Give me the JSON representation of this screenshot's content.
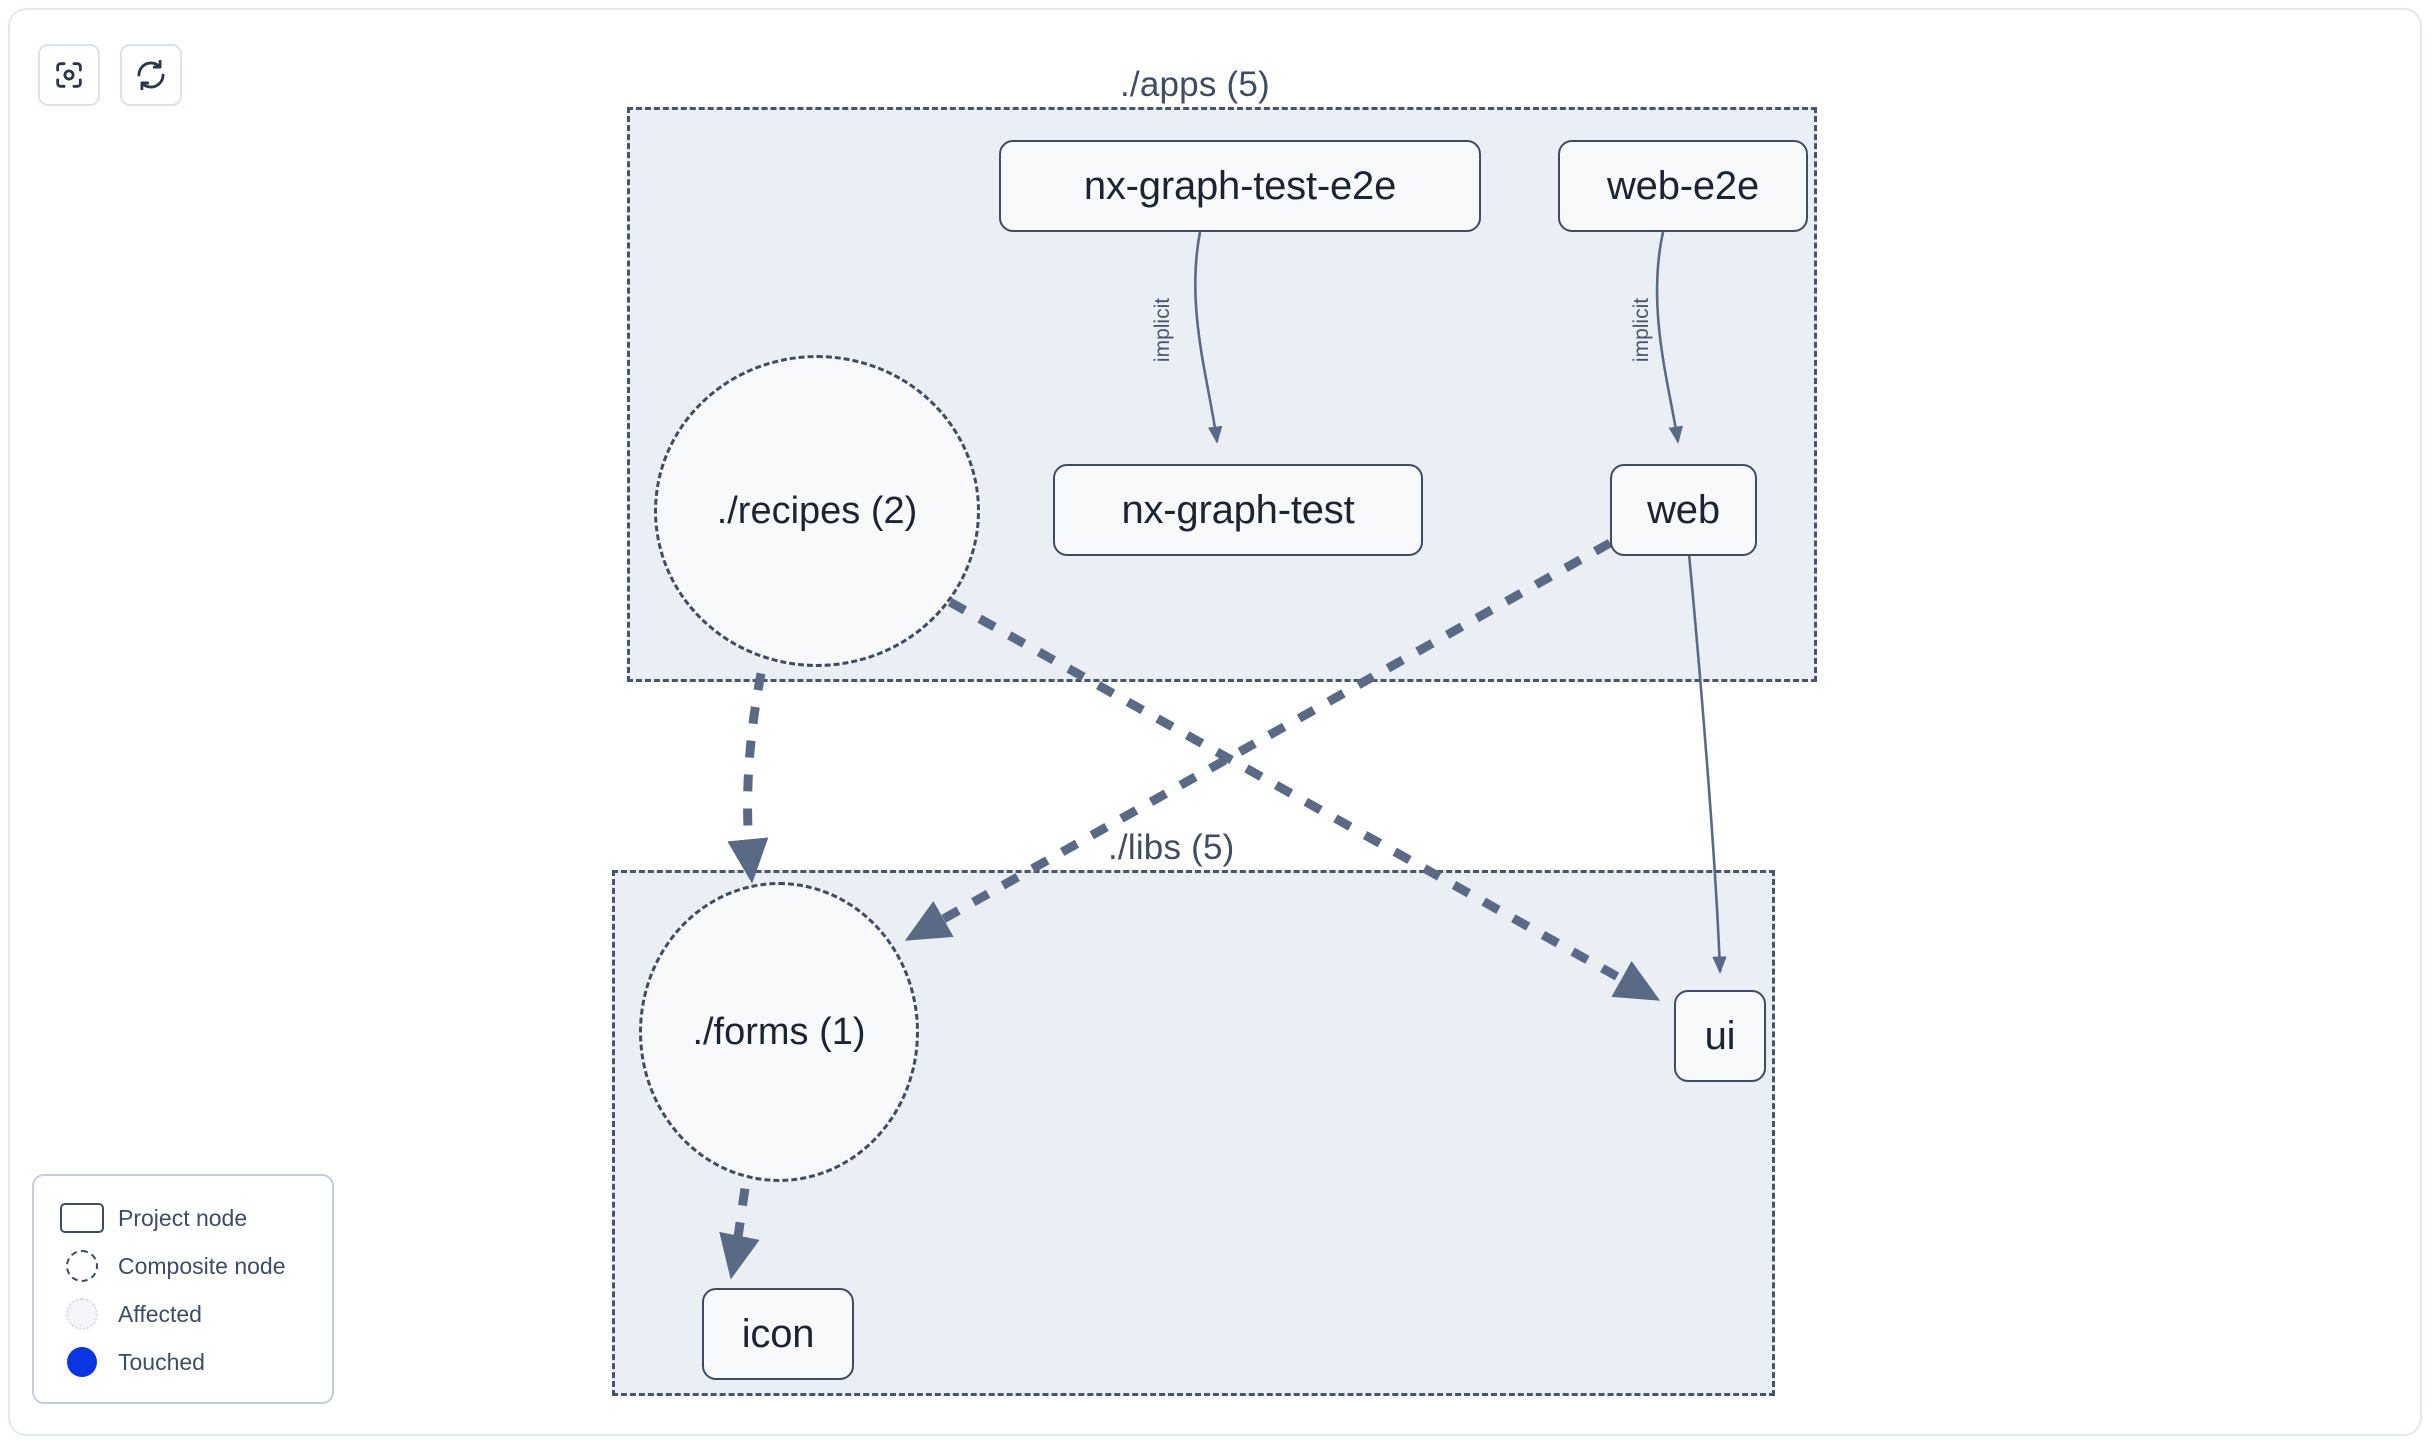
{
  "toolbar": {
    "buttons": [
      {
        "name": "focus-graph-button",
        "icon": "focus-target-icon",
        "label": ""
      },
      {
        "name": "refresh-graph-button",
        "icon": "refresh-icon",
        "label": ""
      }
    ]
  },
  "graph": {
    "groups": [
      {
        "id": "apps",
        "label": "./apps (5)"
      },
      {
        "id": "libs",
        "label": "./libs (5)"
      }
    ],
    "project_nodes": [
      {
        "id": "nx-graph-test-e2e",
        "label": "nx-graph-test-e2e"
      },
      {
        "id": "web-e2e",
        "label": "web-e2e"
      },
      {
        "id": "nx-graph-test",
        "label": "nx-graph-test"
      },
      {
        "id": "web",
        "label": "web"
      },
      {
        "id": "ui",
        "label": "ui"
      },
      {
        "id": "icon",
        "label": "icon"
      }
    ],
    "composite_nodes": [
      {
        "id": "recipes",
        "label": "./recipes (2)"
      },
      {
        "id": "forms",
        "label": "./forms (1)"
      }
    ],
    "edges": [
      {
        "from": "nx-graph-test-e2e",
        "to": "nx-graph-test",
        "label": "implicit",
        "style": "solid"
      },
      {
        "from": "web-e2e",
        "to": "web",
        "label": "implicit",
        "style": "solid"
      },
      {
        "from": "web",
        "to": "ui",
        "label": "",
        "style": "solid"
      },
      {
        "from": "recipes",
        "to": "forms",
        "label": "",
        "style": "dashed"
      },
      {
        "from": "recipes",
        "to": "ui",
        "label": "",
        "style": "dashed"
      },
      {
        "from": "web",
        "to": "forms",
        "label": "",
        "style": "dashed"
      },
      {
        "from": "forms",
        "to": "icon",
        "label": "",
        "style": "dashed"
      }
    ]
  },
  "legend": {
    "items": [
      {
        "swatch": "project-node-swatch",
        "label": "Project node"
      },
      {
        "swatch": "composite-node-swatch",
        "label": "Composite node"
      },
      {
        "swatch": "affected-swatch",
        "label": "Affected"
      },
      {
        "swatch": "touched-swatch",
        "label": "Touched"
      }
    ]
  },
  "colors": {
    "node_stroke": "#3f4c63",
    "node_fill": "#f7f9fb",
    "group_fill": "#eaeff6",
    "group_stroke": "#475569",
    "edge": "#5b6a84",
    "touched": "#0b35e0",
    "text": "#1c2434"
  }
}
